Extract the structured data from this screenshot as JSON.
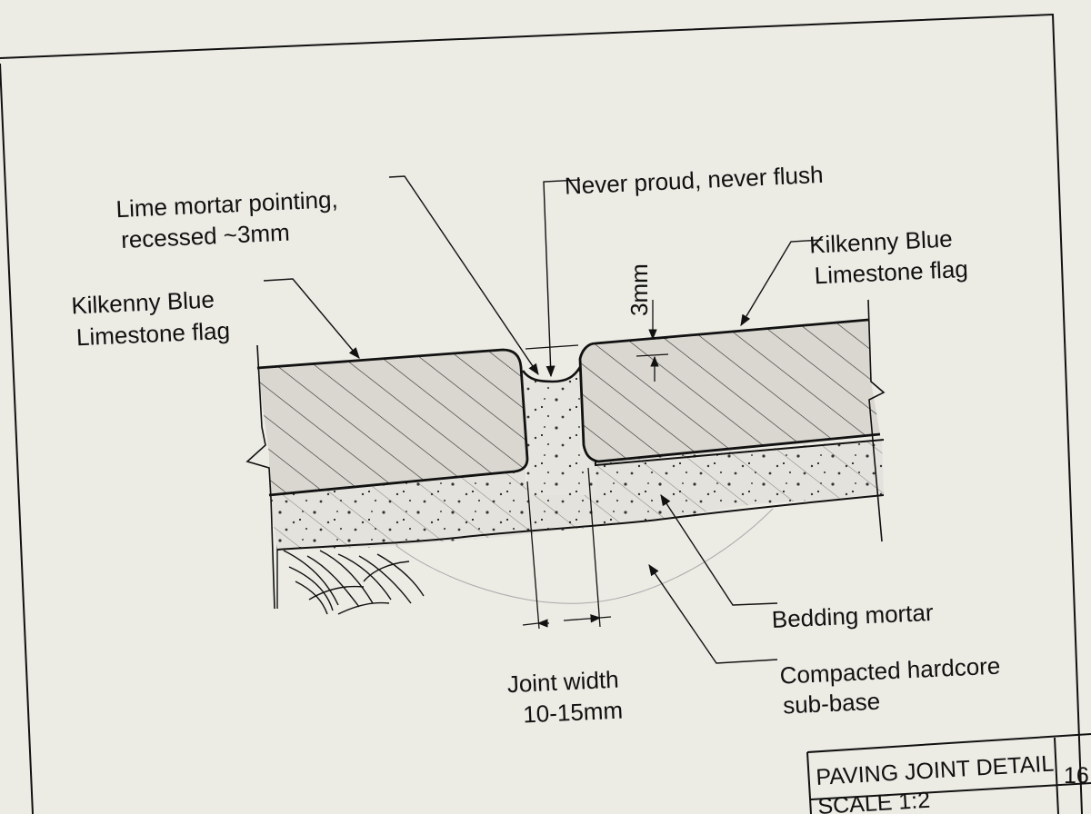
{
  "labels": {
    "lime_mortar_line1": "Lime mortar pointing,",
    "lime_mortar_line2": "recessed ~3mm",
    "never_proud": "Never proud, never flush",
    "flag_left_line1": "Kilkenny Blue",
    "flag_left_line2": "Limestone flag",
    "flag_right_line1": "Kilkenny Blue",
    "flag_right_line2": "Limestone flag",
    "recess_dim": "3mm",
    "joint_width_line1": "Joint width",
    "joint_width_line2": "10-15mm",
    "bedding_mortar": "Bedding mortar",
    "hardcore_line1": "Compacted hardcore",
    "hardcore_line2": "sub-base"
  },
  "title_block": {
    "title": "PAVING JOINT DETAIL",
    "scale": "SCALE 1:2",
    "sheet_number": "16"
  },
  "colors": {
    "paper": "#ecebe4",
    "ink": "#111111",
    "stone_fill": "#d9d7d0",
    "bedding_fill": "#e4e2dc"
  }
}
